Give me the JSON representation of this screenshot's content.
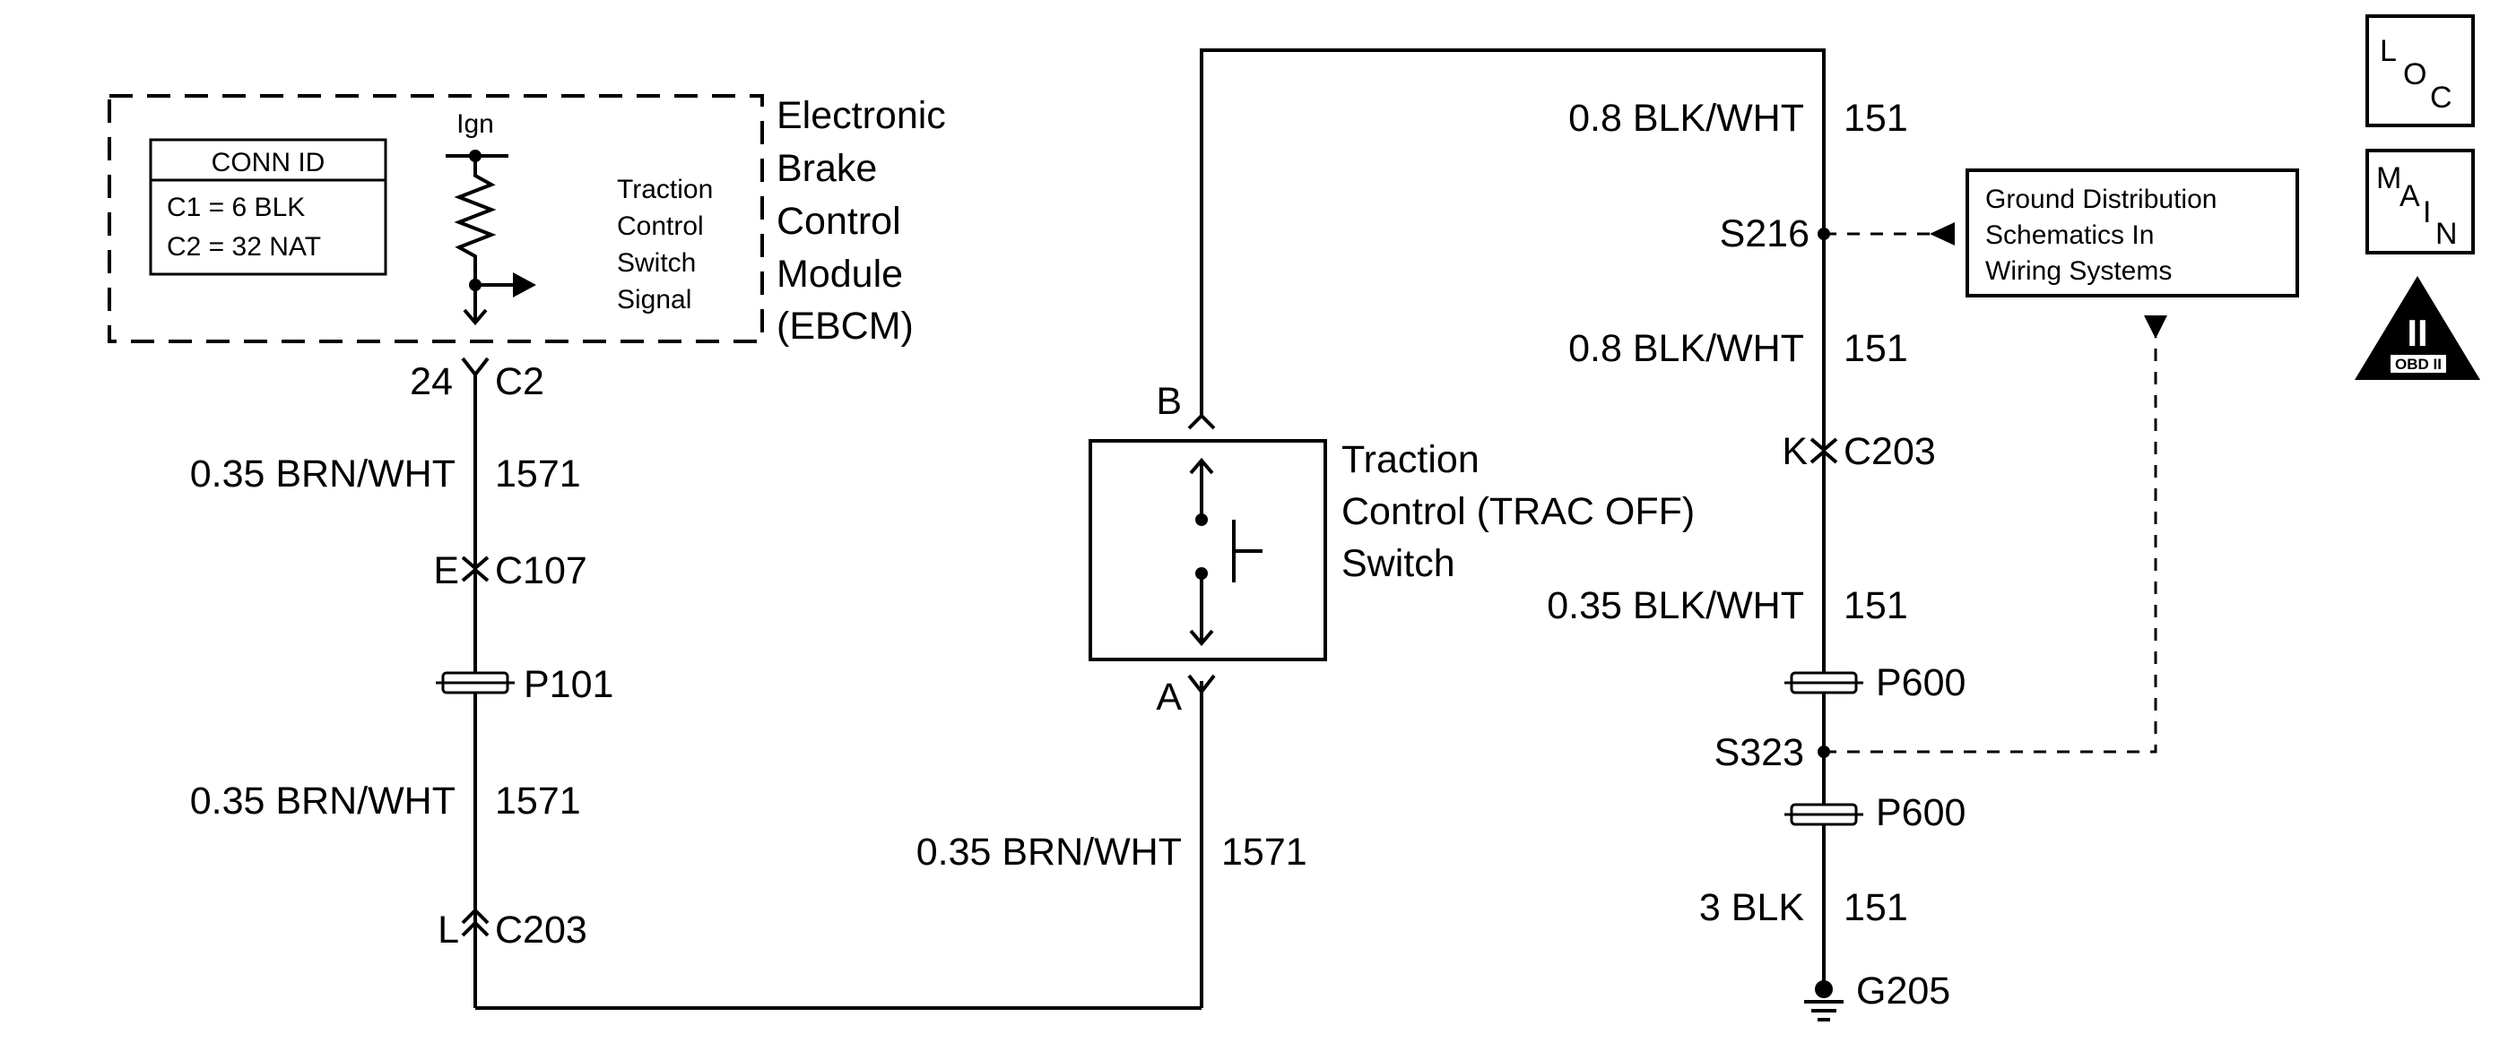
{
  "ebcm": {
    "name_lines": [
      "Electronic",
      "Brake",
      "Control",
      "Module",
      "(EBCM)"
    ],
    "conn_id_title": "CONN ID",
    "conn_id_lines": [
      "C1 = 6 BLK",
      "C2 = 32 NAT"
    ],
    "ign_label": "Ign",
    "signal_lines": [
      "Traction",
      "Control",
      "Switch",
      "Signal"
    ],
    "pin": "24",
    "connector": "C2"
  },
  "left_circuit": {
    "wire_1_label": "0.35 BRN/WHT",
    "wire_1_circuit": "1571",
    "c107_pin": "E",
    "c107_name": "C107",
    "p101_name": "P101",
    "wire_2_label": "0.35 BRN/WHT",
    "wire_2_circuit": "1571",
    "c203_pin": "L",
    "c203_name": "C203"
  },
  "switch": {
    "terminal_b": "B",
    "terminal_a": "A",
    "name_lines": [
      "Traction",
      "Control (TRAC OFF)",
      "Switch"
    ],
    "wire_label": "0.35 BRN/WHT",
    "wire_circuit": "1571"
  },
  "right_circuit": {
    "wire_1_label": "0.8 BLK/WHT",
    "wire_1_circuit": "151",
    "s216_name": "S216",
    "wire_2_label": "0.8 BLK/WHT",
    "wire_2_circuit": "151",
    "c203_pin": "K",
    "c203_name": "C203",
    "wire_3_label": "0.35 BLK/WHT",
    "wire_3_circuit": "151",
    "p600_top_name": "P600",
    "s323_name": "S323",
    "p600_bottom_name": "P600",
    "wire_4_label": "3 BLK",
    "wire_4_circuit": "151",
    "ground_name": "G205"
  },
  "ground_distribution_lines": [
    "Ground Distribution",
    "Schematics In",
    "Wiring Systems"
  ],
  "loc_icon": {
    "l": "L",
    "o": "O",
    "c": "C"
  },
  "main_icon": {
    "m": "M",
    "a": "A",
    "i": "I",
    "n": "N"
  },
  "obd_icon": {
    "numeral": "II",
    "label": "OBD II"
  }
}
